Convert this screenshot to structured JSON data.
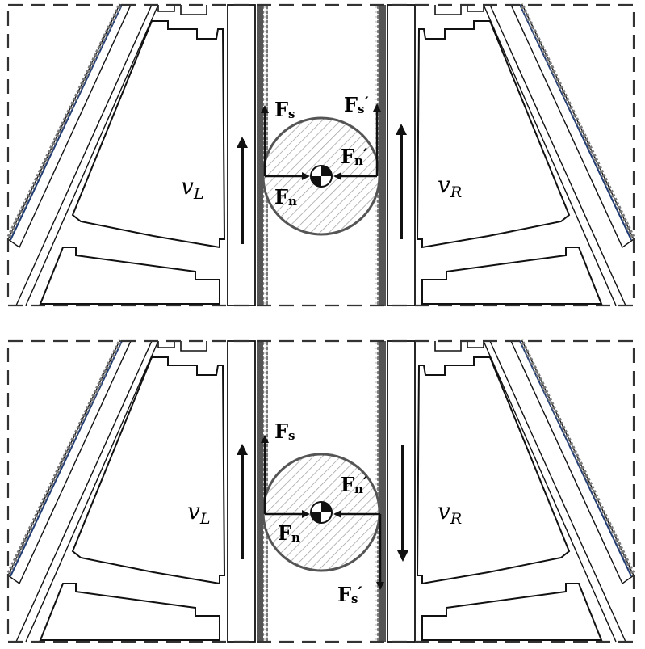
{
  "panels": [
    {
      "id": "top",
      "left_velocity": {
        "symbol": "v",
        "subscript": "L",
        "direction": "up"
      },
      "right_velocity": {
        "symbol": "v",
        "subscript": "R",
        "direction": "up"
      },
      "forces": {
        "fs": {
          "base": "F",
          "sub": "s",
          "prime": ""
        },
        "fn": {
          "base": "F",
          "sub": "n",
          "prime": ""
        },
        "fs_prime": {
          "base": "F",
          "sub": "s",
          "prime": "′",
          "direction": "up"
        },
        "fn_prime": {
          "base": "F",
          "sub": "n",
          "prime": "′"
        }
      }
    },
    {
      "id": "bottom",
      "left_velocity": {
        "symbol": "v",
        "subscript": "L",
        "direction": "up"
      },
      "right_velocity": {
        "symbol": "v",
        "subscript": "R",
        "direction": "down"
      },
      "forces": {
        "fs": {
          "base": "F",
          "sub": "s",
          "prime": ""
        },
        "fn": {
          "base": "F",
          "sub": "n",
          "prime": ""
        },
        "fs_prime": {
          "base": "F",
          "sub": "s",
          "prime": "′",
          "direction": "down"
        },
        "fn_prime": {
          "base": "F",
          "sub": "n",
          "prime": "′"
        }
      }
    }
  ],
  "colors": {
    "outline": "#111111",
    "dashed_border": "#333333",
    "belt_teeth": "#777777",
    "belt_edge": "#1f3b73",
    "ball_fill": "#ffffff",
    "ball_hatch": "#999999",
    "ball_stroke": "#555555"
  }
}
